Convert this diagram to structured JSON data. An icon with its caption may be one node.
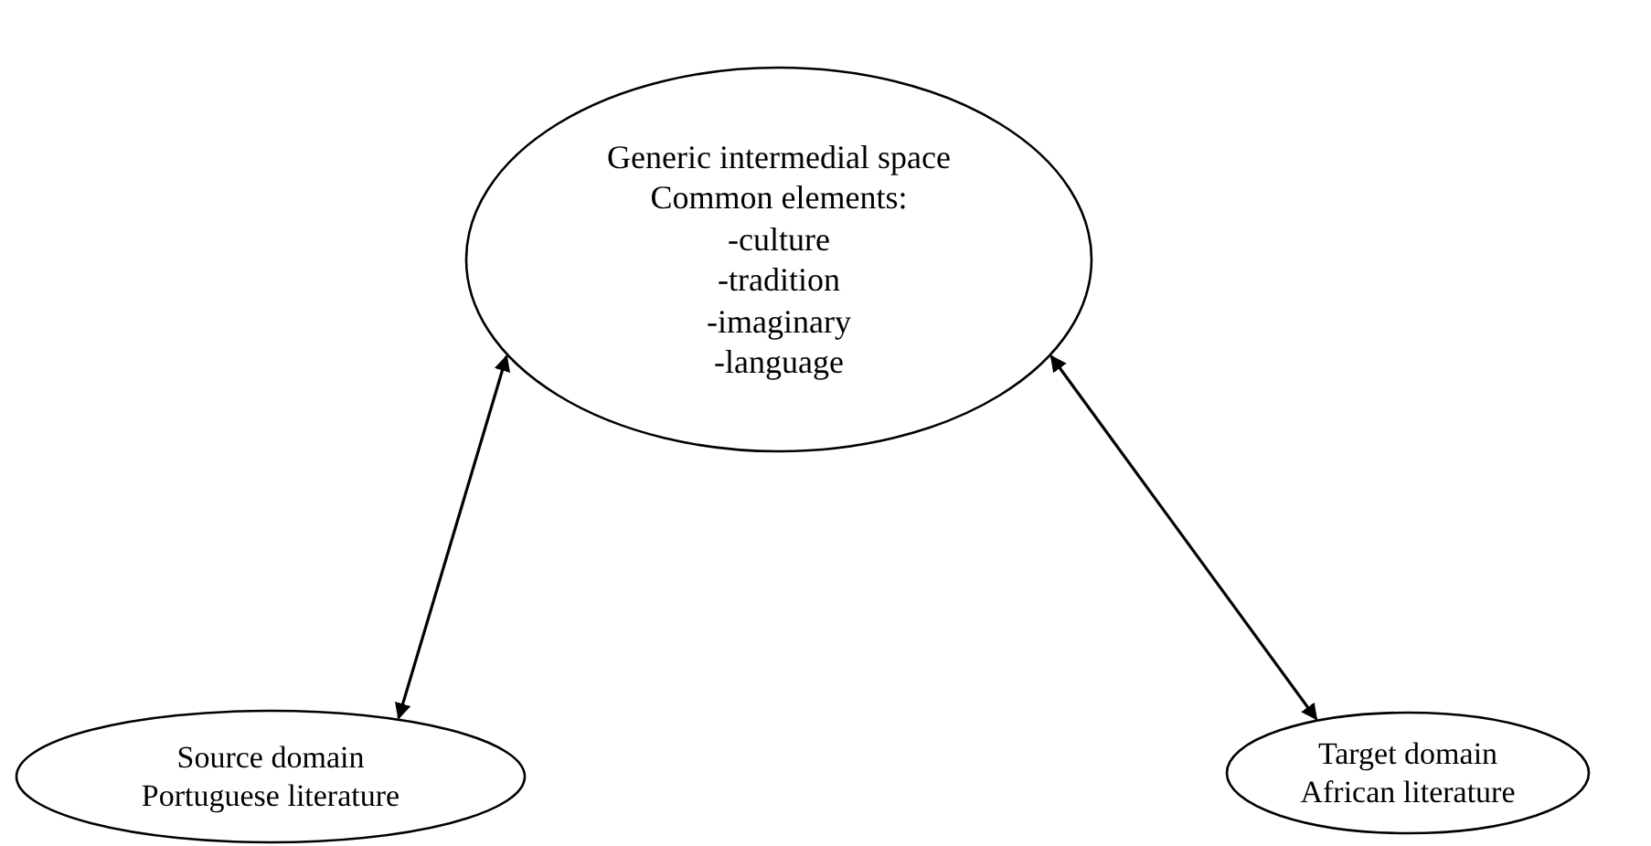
{
  "diagram": {
    "nodes": [
      {
        "text": [
          "Generic intermedial space",
          "Common elements:",
          "-culture",
          "-tradition",
          "-imaginary",
          "-language"
        ]
      },
      {
        "text": [
          "Source domain",
          "Portuguese literature"
        ]
      },
      {
        "text": [
          "Target domain",
          "African literature"
        ]
      }
    ],
    "edges": [
      {
        "from": 0,
        "to": 1,
        "arrow": "both"
      },
      {
        "from": 0,
        "to": 2,
        "arrow": "both"
      }
    ]
  }
}
